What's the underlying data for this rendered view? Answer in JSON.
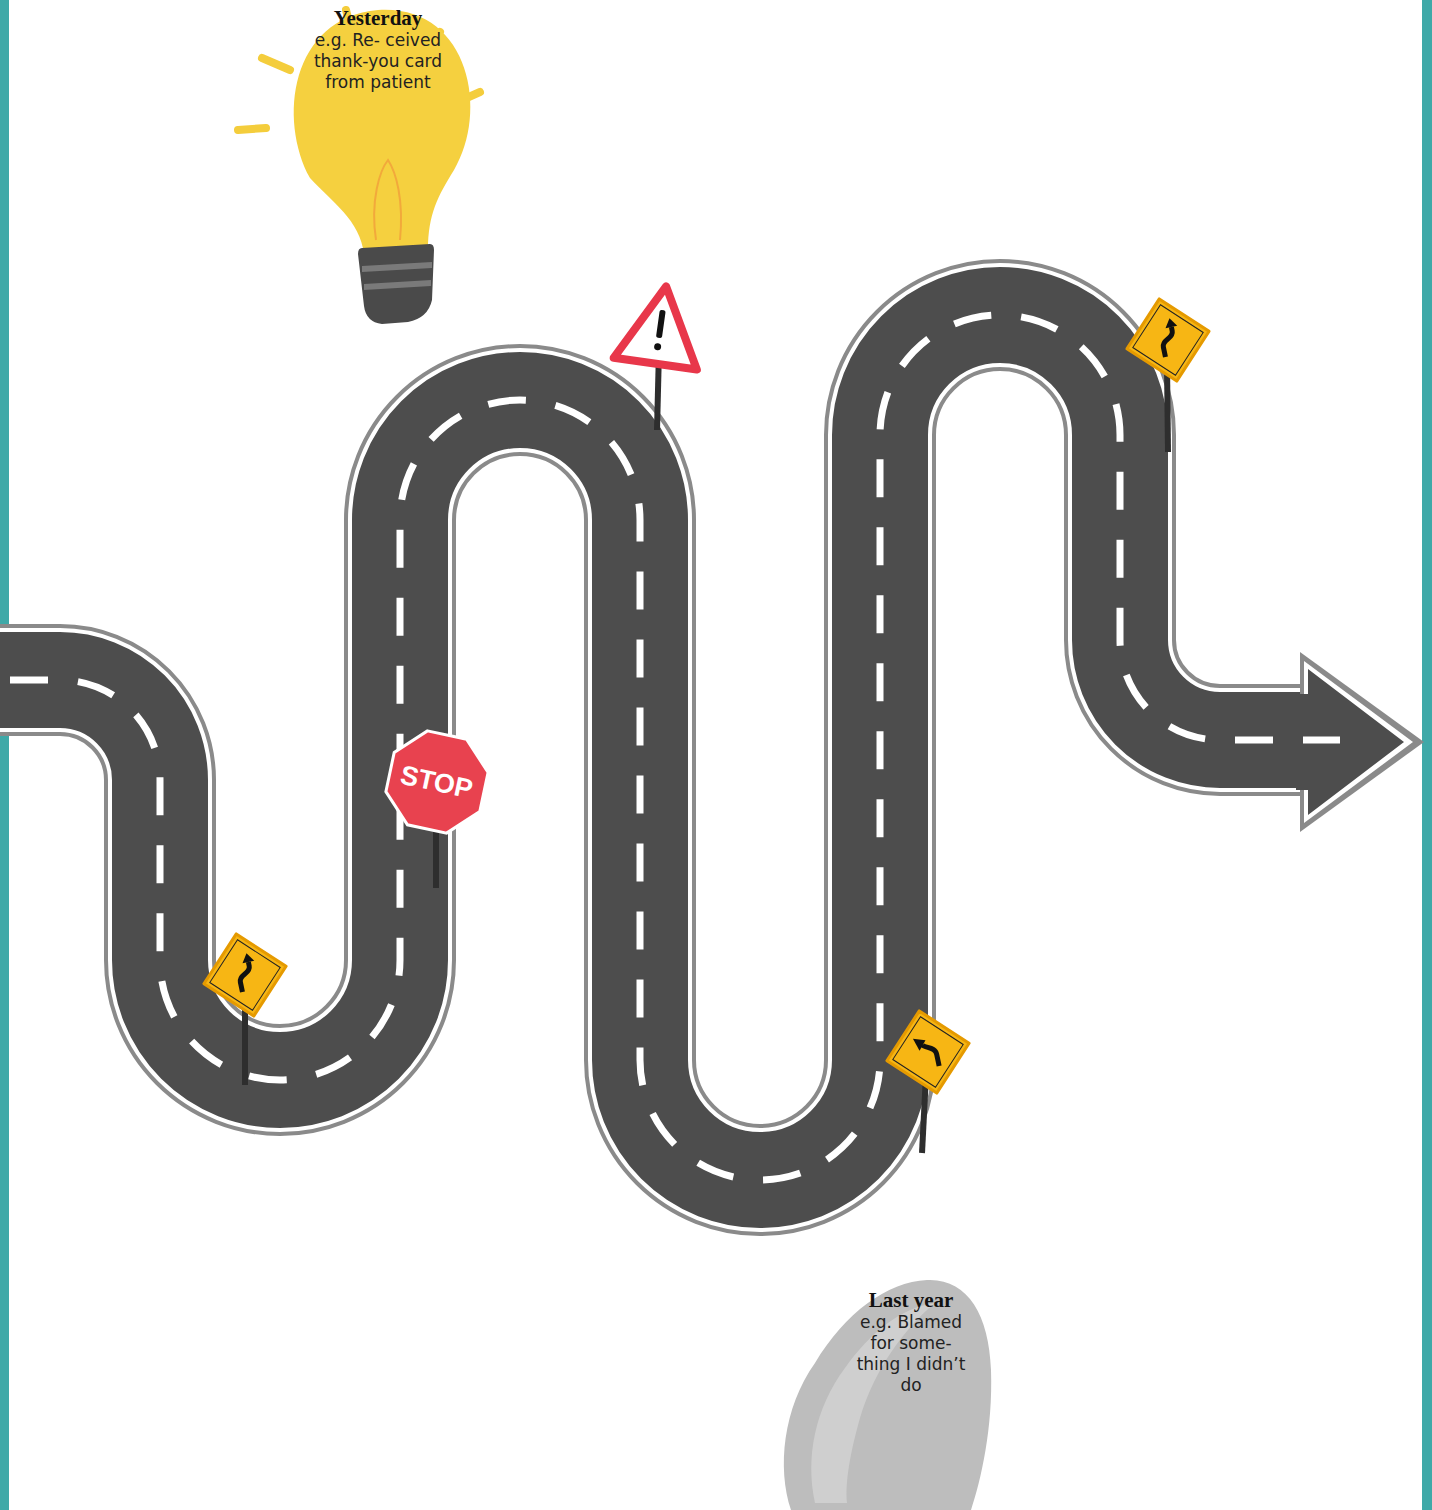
{
  "diagram": {
    "nodes": [
      {
        "text": [
          "Yesterday",
          "e.g. Re- ceived thank-you card from patient"
        ]
      },
      {
        "text": [
          "Last year",
          "e.g. Blamed for some- thing I didn’t do"
        ]
      }
    ],
    "labels": [
      "STOP"
    ]
  }
}
